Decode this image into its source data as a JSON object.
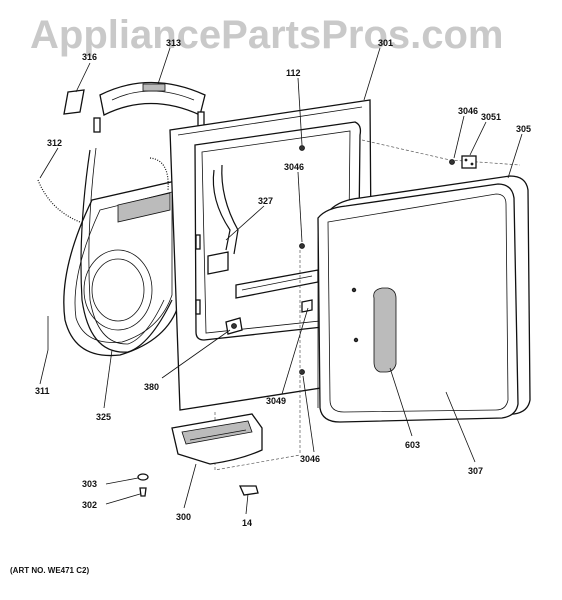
{
  "watermark": "AppliancePartsPros.com",
  "art_number": "(ART NO. WE471 C2)",
  "callouts": {
    "c316": "316",
    "c313": "313",
    "c112": "112",
    "c301": "301",
    "c3046a": "3046",
    "c3051": "3051",
    "c305": "305",
    "c312": "312",
    "c3046b": "3046",
    "c327": "327",
    "c311": "311",
    "c325": "325",
    "c380": "380",
    "c3049": "3049",
    "c3046c": "3046",
    "c603": "603",
    "c307": "307",
    "c303": "303",
    "c302": "302",
    "c300": "300",
    "c14": "14"
  }
}
